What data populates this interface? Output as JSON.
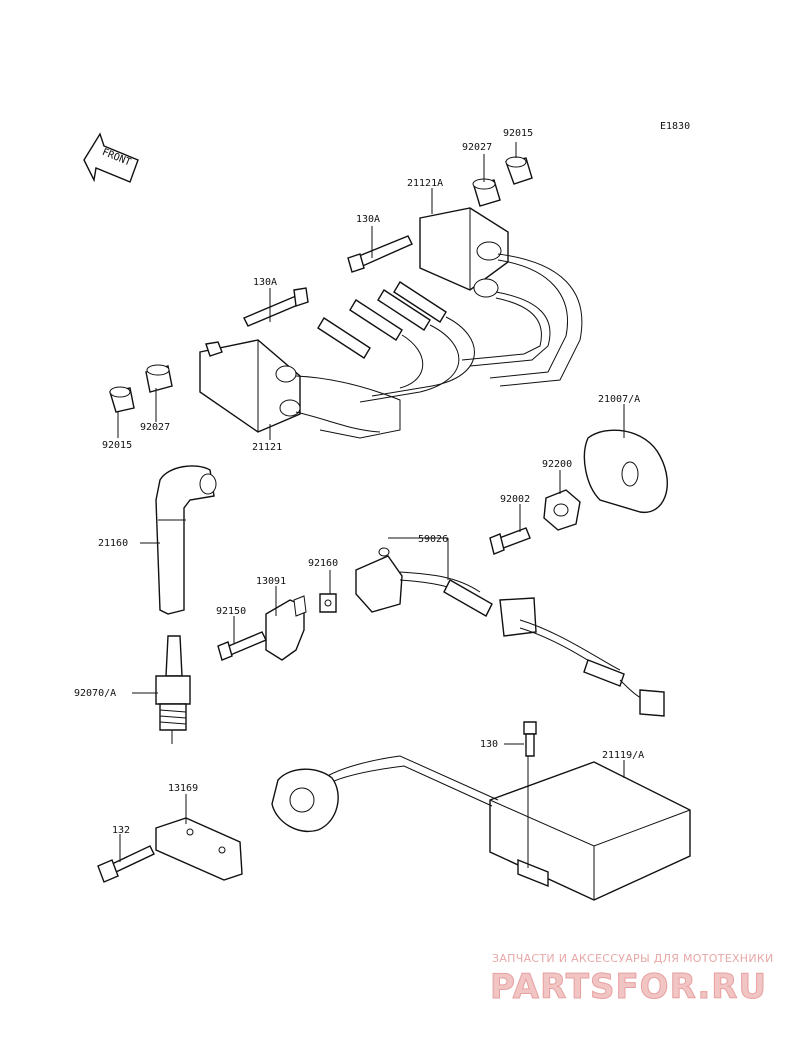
{
  "diagram": {
    "code": "E1830",
    "front_label": "FRONT",
    "labels": {
      "p92015_top": "92015",
      "p92027_top": "92027",
      "p21121A": "21121A",
      "p130A_top": "130A",
      "p130A_left": "130A",
      "p92027_left": "92027",
      "p92015_left": "92015",
      "p21121": "21121",
      "p21007A": "21007/A",
      "p92200": "92200",
      "p92002": "92002",
      "p21160": "21160",
      "p59026": "59026",
      "p92160": "92160",
      "p13091": "13091",
      "p92150": "92150",
      "p92070A": "92070/A",
      "p130": "130",
      "p21119A": "21119/A",
      "p13169": "13169",
      "p132": "132"
    }
  },
  "watermark": {
    "caption": "ЗАПЧАСТИ И АКСЕССУАРЫ ДЛЯ МОТОТЕХНИКИ",
    "brand": "PARTSFOR.RU"
  },
  "colors": {
    "line": "#111111",
    "background": "#ffffff",
    "watermark": "#e8a7a7"
  }
}
